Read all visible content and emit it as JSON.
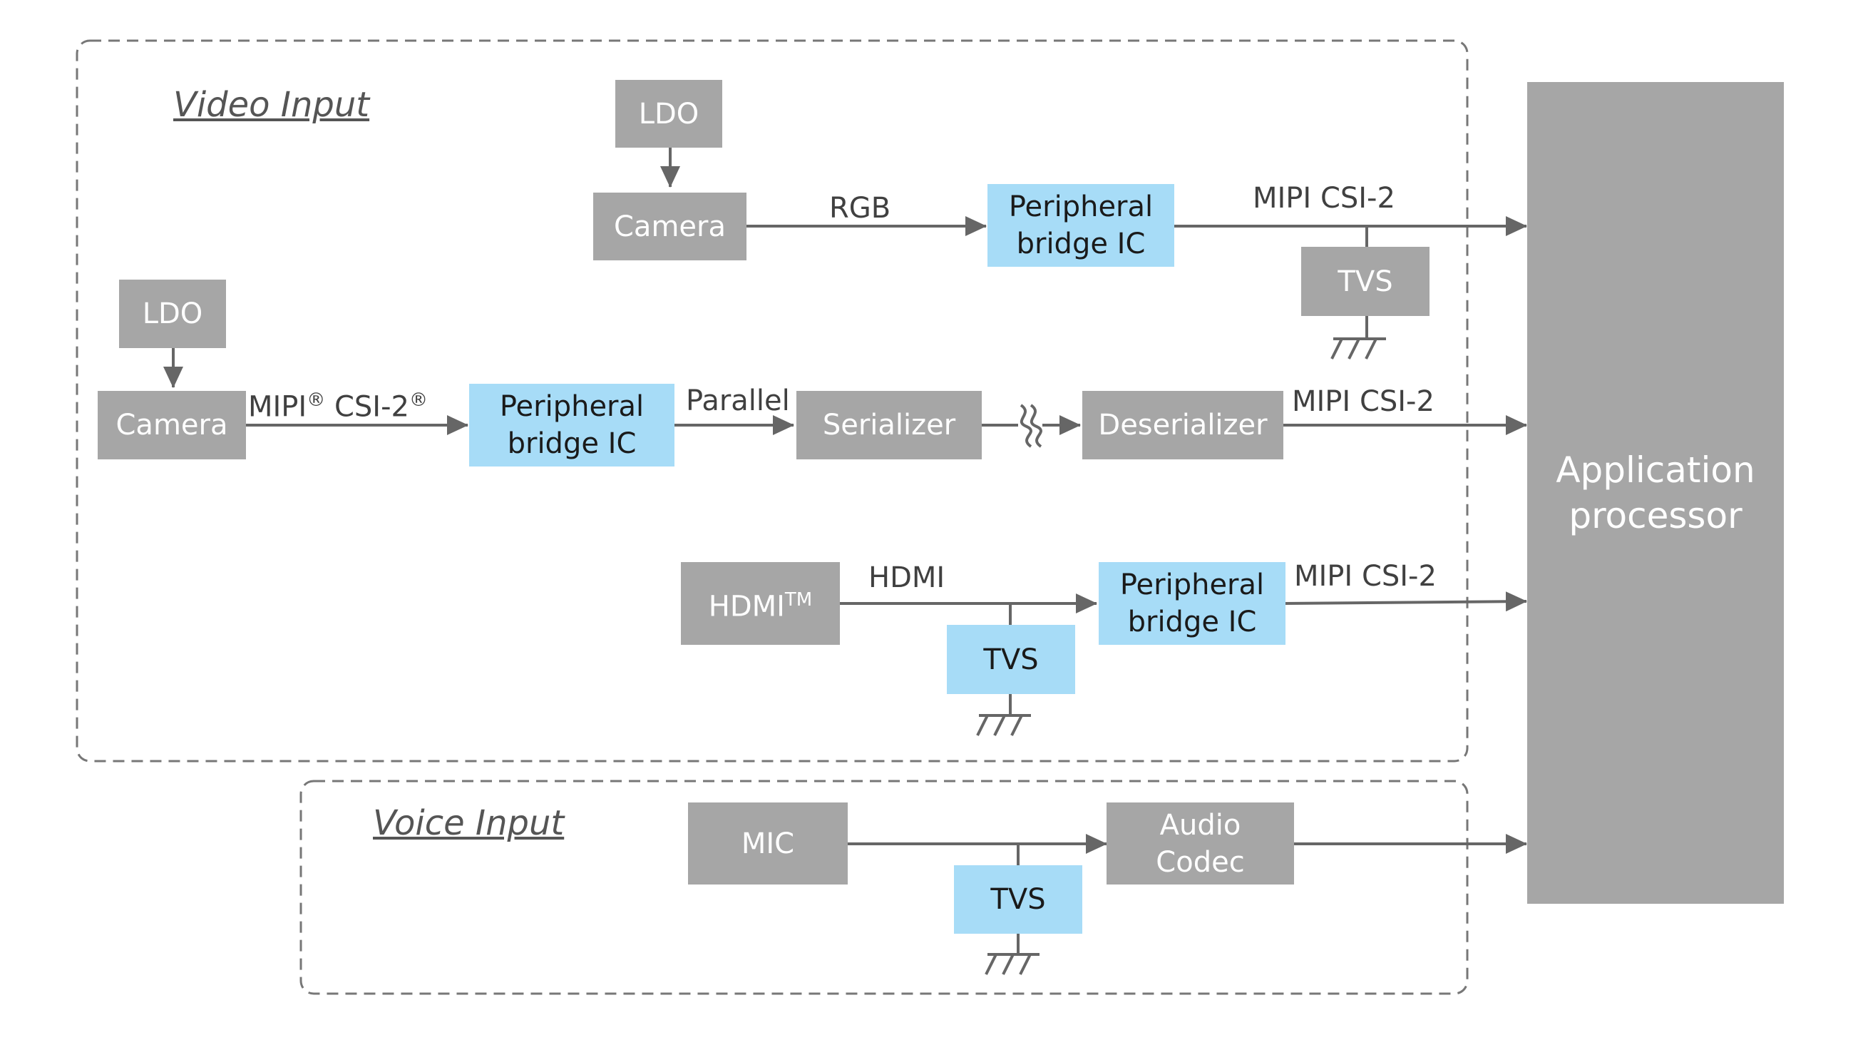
{
  "sections": {
    "video_input": "Video Input",
    "voice_input": "Voice Input"
  },
  "blocks": {
    "ldo_top": "LDO",
    "camera_top": "Camera",
    "peripheral_bridge_top": [
      "Peripheral",
      "bridge IC"
    ],
    "tvs_top": "TVS",
    "ldo_mid": "LDO",
    "camera_mid": "Camera",
    "peripheral_bridge_mid": [
      "Peripheral",
      "bridge IC"
    ],
    "serializer": "Serializer",
    "deserializer": "Deserializer",
    "hdmi": "HDMI",
    "hdmi_sup": "TM",
    "tvs_hdmi": "TVS",
    "peripheral_bridge_hdmi": [
      "Peripheral",
      "bridge IC"
    ],
    "mic": "MIC",
    "tvs_mic": "TVS",
    "audio_codec": [
      "Audio",
      "Codec"
    ],
    "application_processor": [
      "Application",
      "processor"
    ]
  },
  "signals": {
    "rgb": "RGB",
    "mipi_top": "MIPI CSI-2",
    "mipi_camera_a": "MIPI",
    "mipi_camera_b": "CSI-2",
    "registered": "®",
    "parallel": "Parallel",
    "mipi_deser": "MIPI CSI-2",
    "hdmi_signal": "HDMI",
    "mipi_hdmi": "MIPI CSI-2"
  },
  "colors": {
    "block_gray": "#a6a6a6",
    "bridge_blue": "#a7dcf7",
    "line": "#666666"
  }
}
